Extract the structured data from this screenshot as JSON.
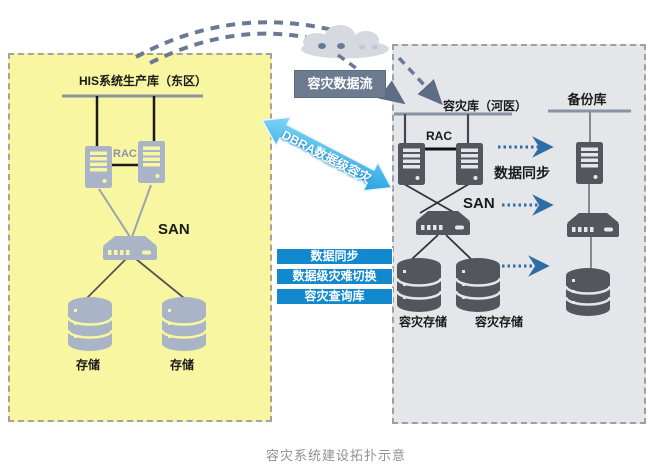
{
  "colors": {
    "left_panel_bg": "#f9f6a1",
    "right_panel_bg": "#e4e6e9",
    "accent_blue": "#1389cd",
    "slate": "#6d7b91",
    "dbra_arrow_blue": "#29a0e0",
    "dark_icon": "#53575d",
    "light_icon": "#a9b4c6",
    "dotted_arrow": "#2e6da4"
  },
  "left_panel": {
    "title": "HIS系统生产库（东区）",
    "rac_label": "RAC",
    "san_label": "SAN",
    "storage_labels": [
      "存储",
      "存储"
    ]
  },
  "right_panel": {
    "dr_db_label": "容灾库（河医）",
    "backup_db_label": "备份库",
    "rac_label": "RAC",
    "san_label": "SAN",
    "sync_label": "数据同步",
    "dr_storage_labels": [
      "容灾存储",
      "容灾存储"
    ]
  },
  "middle": {
    "flow_label": "容灾数据流",
    "dbra_label": "DBRA数据级容灾",
    "feature_boxes": [
      "数据同步",
      "数据级灾难切换",
      "容灾查询库"
    ]
  },
  "caption": "容灾系统建设拓扑示意"
}
